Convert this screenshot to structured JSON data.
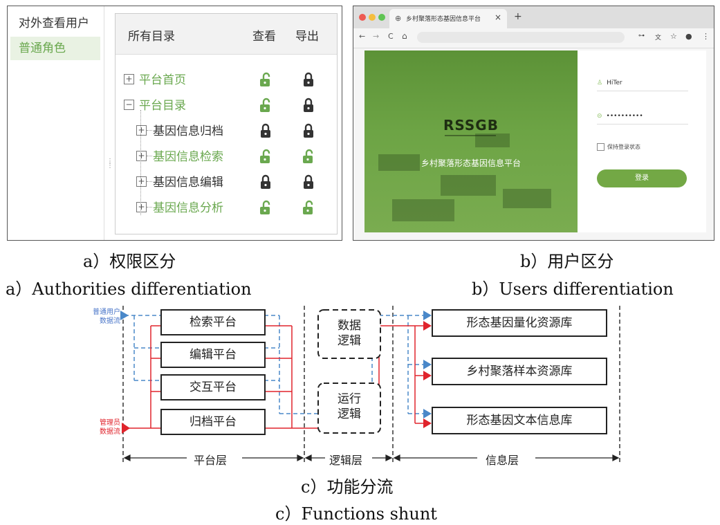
{
  "panel_a": {
    "roles": [
      "对外查看用户",
      "普通角色"
    ],
    "headers": {
      "catalog": "所有目录",
      "view": "查看",
      "export": "导出"
    },
    "tree": [
      {
        "label": "平台首页",
        "expander": "+",
        "level": 0,
        "label_color": "green",
        "view": "unlocked",
        "export": "locked"
      },
      {
        "label": "平台目录",
        "expander": "−",
        "level": 0,
        "label_color": "green",
        "view": "unlocked",
        "export": "locked"
      },
      {
        "label": "基因信息归档",
        "expander": "+",
        "level": 1,
        "label_color": "dark",
        "view": "locked",
        "export": "locked"
      },
      {
        "label": "基因信息检索",
        "expander": "+",
        "level": 1,
        "label_color": "green",
        "view": "unlocked",
        "export": "unlocked"
      },
      {
        "label": "基因信息编辑",
        "expander": "+",
        "level": 1,
        "label_color": "dark",
        "view": "locked",
        "export": "locked"
      },
      {
        "label": "基因信息分析",
        "expander": "+",
        "level": 1,
        "label_color": "green",
        "view": "unlocked",
        "export": "unlocked"
      }
    ],
    "colors": {
      "green": "#6aa84f",
      "dark": "#333333"
    },
    "caption_cn": "a）权限区分",
    "caption_en": "a）Authorities differentiation"
  },
  "panel_b": {
    "tab_title": "乡村聚落形态基因信息平台",
    "tab_close": "×",
    "new_tab": "+",
    "nav": {
      "back": "←",
      "forward": "→",
      "reload": "C",
      "home": "⌂"
    },
    "toolbar_icons": [
      "key-icon",
      "translate-icon",
      "star-icon",
      "account-icon",
      "menu-icon"
    ],
    "brand": "RSSGB",
    "hero_title": "乡村聚落形态基因信息平台",
    "username": "HiTer",
    "password": "••••••••••",
    "remember": "保持登录状态",
    "login_button": "登录",
    "accent": "#73a845",
    "caption_cn": "b）用户区分",
    "caption_en": "b）Users differentiation"
  },
  "panel_c": {
    "user_flow_label": [
      "普通用户",
      "数据流"
    ],
    "admin_flow_label": [
      "管理员",
      "数据流"
    ],
    "platforms": [
      "检索平台",
      "编辑平台",
      "交互平台",
      "归档平台"
    ],
    "logic": [
      [
        "数据",
        "逻辑"
      ],
      [
        "运行",
        "逻辑"
      ]
    ],
    "resources": [
      "形态基因量化资源库",
      "乡村聚落样本资源库",
      "形态基因文本信息库"
    ],
    "layers": [
      "平台层",
      "逻辑层",
      "信息层"
    ],
    "colors": {
      "user_flow": "#4a88c9",
      "admin_flow": "#e0242c"
    },
    "caption_cn": "c）功能分流",
    "caption_en": "c）Functions shunt"
  }
}
